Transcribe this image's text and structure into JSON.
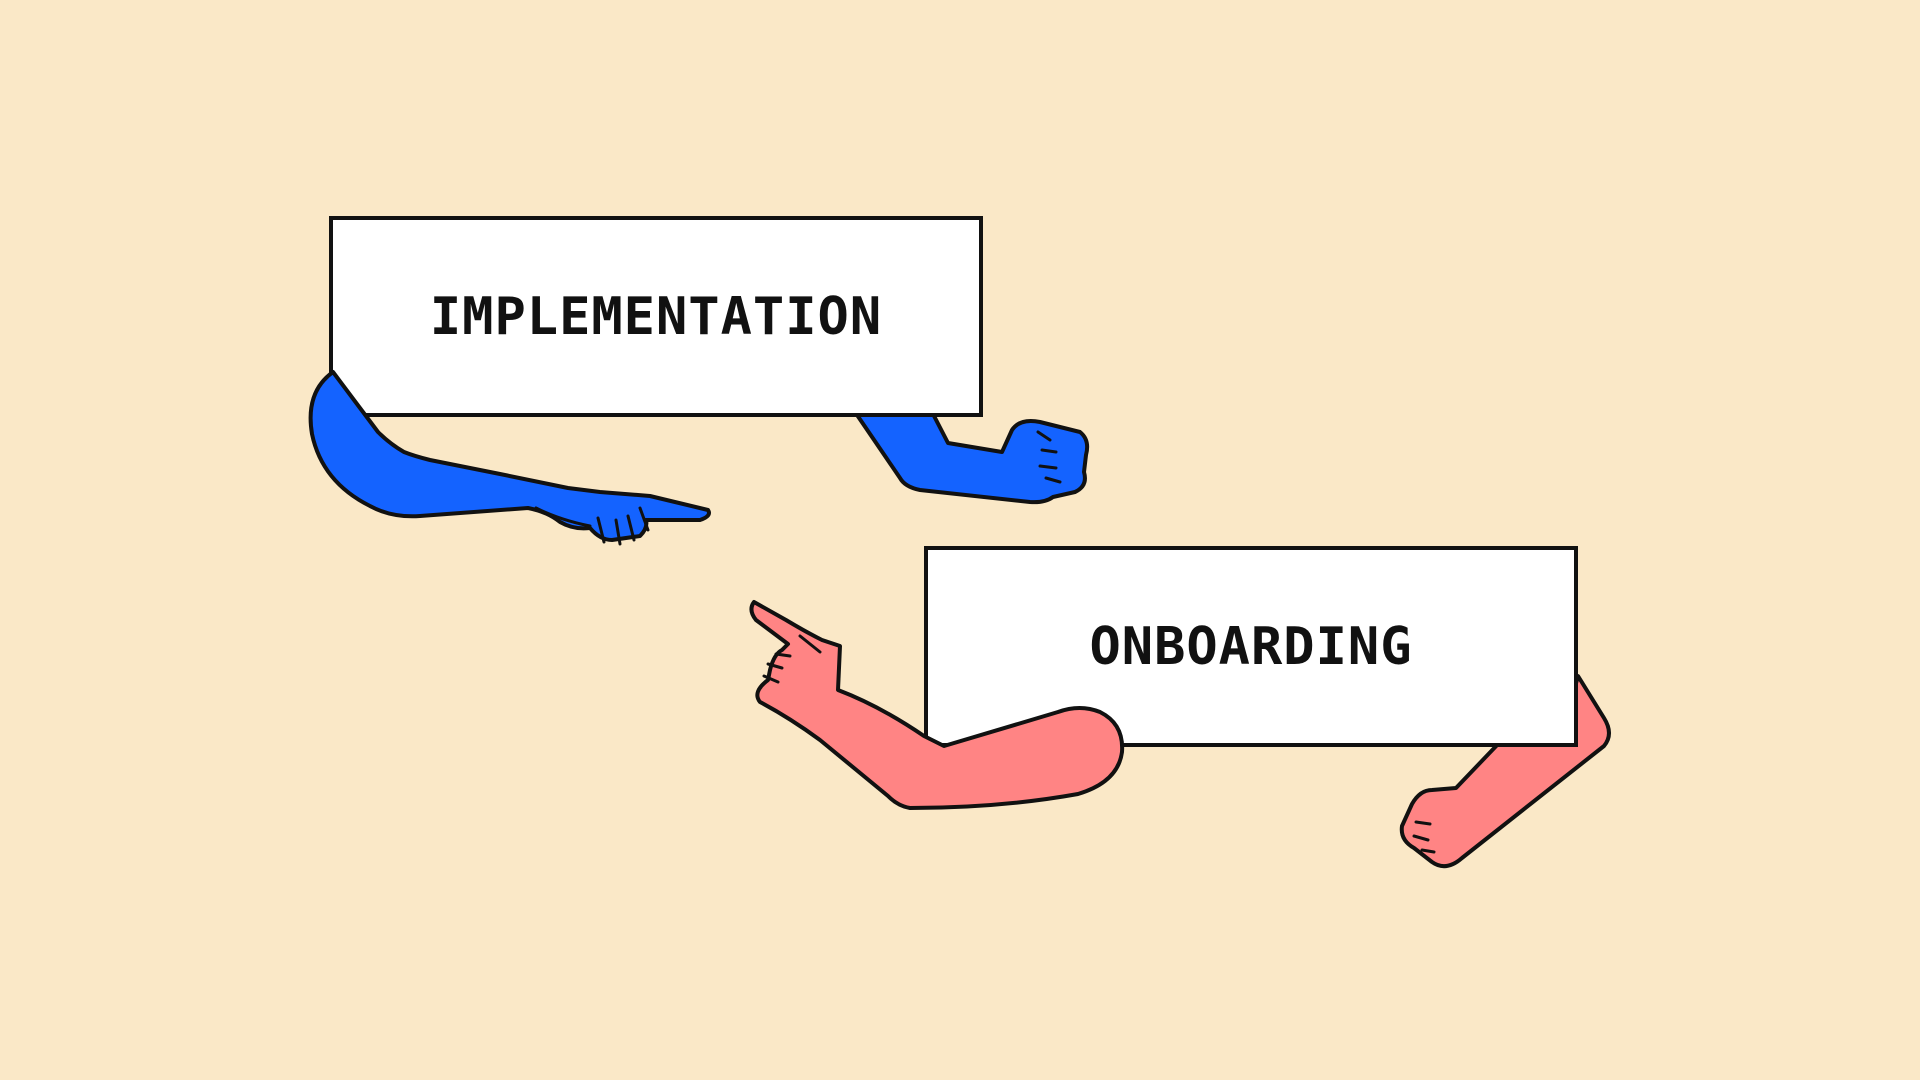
{
  "signs": {
    "top": {
      "label": "IMPLEMENTATION"
    },
    "bottom": {
      "label": "ONBOARDING"
    }
  },
  "colors": {
    "background": "#fae8c7",
    "blue_arm": "#1463ff",
    "pink_arm": "#ff8484",
    "outline": "#111111",
    "sign_fill": "#ffffff"
  },
  "illustration": {
    "arms": [
      {
        "name": "blue-pointing-arm",
        "color": "blue_arm",
        "gesture": "pointing"
      },
      {
        "name": "blue-fist-arm",
        "color": "blue_arm",
        "gesture": "fist"
      },
      {
        "name": "pink-pointing-arm",
        "color": "pink_arm",
        "gesture": "pointing"
      },
      {
        "name": "pink-fist-arm",
        "color": "pink_arm",
        "gesture": "fist"
      }
    ]
  }
}
